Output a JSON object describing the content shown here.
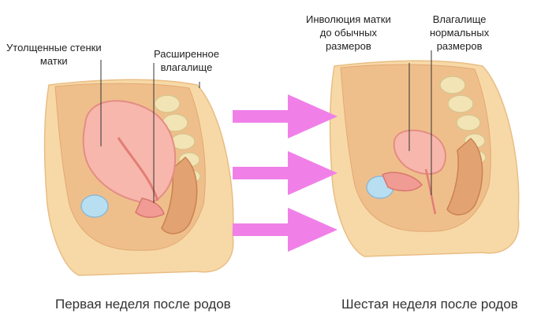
{
  "left_panel": {
    "label_walls": [
      "Утолщенные стенки",
      "матки"
    ],
    "label_vagina": [
      "Расширенное",
      "влагалище"
    ],
    "caption": "Первая неделя после родов"
  },
  "right_panel": {
    "label_involution": [
      "Инволюция матки",
      "до обычных",
      "размеров"
    ],
    "label_vagina": [
      "Влагалище",
      "нормальных",
      "размеров"
    ],
    "caption": "Шестая неделя после родов"
  },
  "colors": {
    "skin": "#f7d9a7",
    "skin_outline": "#e9bd84",
    "inner_tissue": "#efbf8b",
    "uterus": "#f7b7ac",
    "uterus_outline": "#e48d84",
    "vessel": "#e37d75",
    "bone": "#f3e4b5",
    "bone_outline": "#d8c48d",
    "bladder": "#b8def2",
    "bowel": "#e3a271",
    "arrow": "#f080e8"
  },
  "arrows_count": 3
}
